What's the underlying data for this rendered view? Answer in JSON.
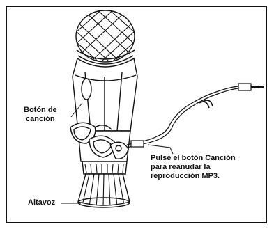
{
  "labels": {
    "song_button_line1": "Botón de",
    "song_button_line2": "canción",
    "instruction_line1": "Pulse el botón Canción",
    "instruction_line2": "para reanudar la",
    "instruction_line3": "reproducción MP3.",
    "speaker": "Altavoz"
  },
  "colors": {
    "ink": "#111111",
    "background": "#ffffff"
  }
}
